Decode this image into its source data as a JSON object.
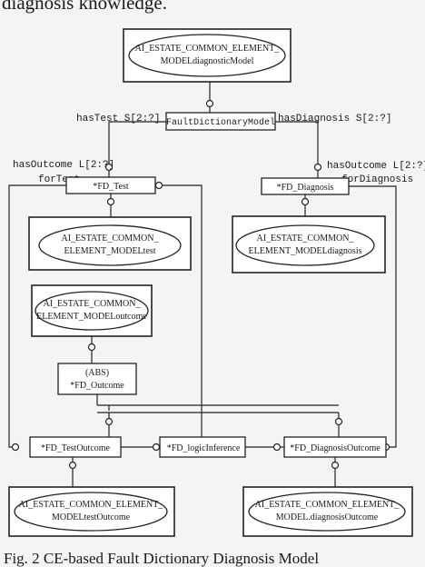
{
  "header_fragment": "diagnosis knowledge.",
  "caption": "Fig. 2   CE-based Fault Dictionary Diagnosis Model",
  "diagram": {
    "root_entity": {
      "line1": "AI_ESTATE_COMMON_ELEMENT_",
      "line2": "MODELdiagnosticModel"
    },
    "fault_dictionary_model": "FaultDictionaryModel",
    "has_test_label": "hasTest S[2:?]",
    "has_diagnosis_label": "hasDiagnosis S[2:?]",
    "has_outcome_left_label": "hasOutcome L[2:?]",
    "for_test_label": "forTest",
    "has_outcome_right_label": "hasOutcome L[2:?]",
    "for_diagnosis_label": "forDiagnosis",
    "fd_test": "*FD_Test",
    "fd_diagnosis": "*FD_Diagnosis",
    "test_entity": {
      "line1": "AI_ESTATE_COMMON_",
      "line2": "ELEMENT_MODELtest"
    },
    "diagnosis_entity": {
      "line1": "AI_ESTATE_COMMON_",
      "line2": "ELEMENT_MODELdiagnosis"
    },
    "outcome_entity": {
      "line1": "AI_ESTATE_COMMON_",
      "line2": "ELEMENT_MODELoutcome"
    },
    "fd_outcome_abs": "(ABS)",
    "fd_outcome": "*FD_Outcome",
    "fd_test_outcome": "*FD_TestOutcome",
    "fd_logic_inference": "*FD_logicInference",
    "fd_diagnosis_outcome": "*FD_DiagnosisOutcome",
    "test_outcome_entity": {
      "line1": "AI_ESTATE_COMMON_ELEMENT_",
      "line2": "MODELtestOutcome"
    },
    "diagnosis_outcome_entity": {
      "line1": "AI_ESTATE_COMMON_ELEMENT_",
      "line2": "MODEL.diagnosisOutcome"
    }
  }
}
